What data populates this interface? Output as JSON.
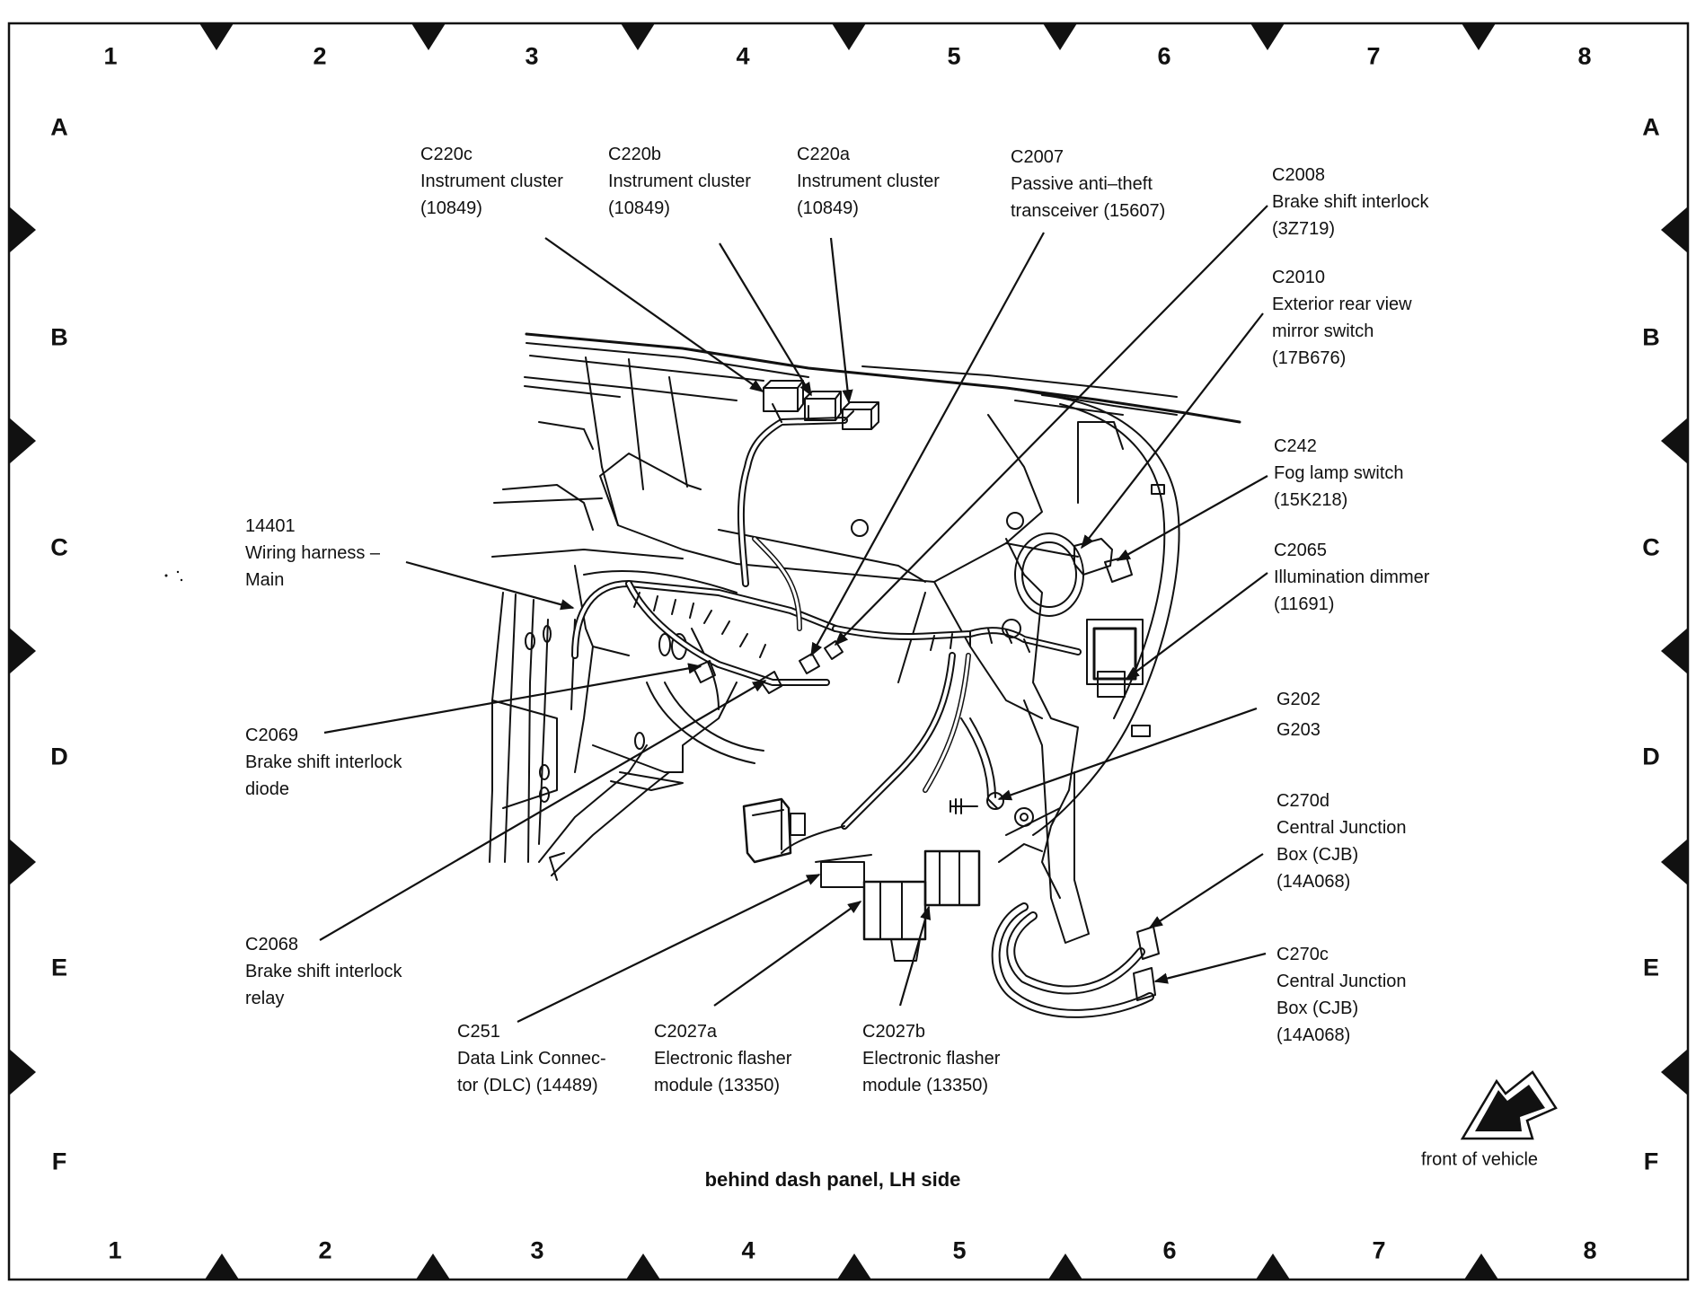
{
  "diagram": {
    "caption": "behind dash panel, LH side",
    "orientation_label": "front of vehicle",
    "grid": {
      "columns": [
        "1",
        "2",
        "3",
        "4",
        "5",
        "6",
        "7",
        "8"
      ],
      "rows": [
        "A",
        "B",
        "C",
        "D",
        "E",
        "F"
      ]
    },
    "callouts": [
      {
        "id": "C220c",
        "lines": [
          "C220c",
          "Instrument cluster",
          "(10849)"
        ]
      },
      {
        "id": "C220b",
        "lines": [
          "C220b",
          "Instrument cluster",
          "(10849)"
        ]
      },
      {
        "id": "C220a",
        "lines": [
          "C220a",
          "Instrument cluster",
          "(10849)"
        ]
      },
      {
        "id": "C2007",
        "lines": [
          "C2007",
          "Passive anti–theft",
          "transceiver (15607)"
        ]
      },
      {
        "id": "C2008",
        "lines": [
          "C2008",
          "Brake shift interlock",
          "(3Z719)"
        ]
      },
      {
        "id": "C2010",
        "lines": [
          "C2010",
          "Exterior rear view",
          "mirror switch",
          "(17B676)"
        ]
      },
      {
        "id": "C242",
        "lines": [
          "C242",
          "Fog lamp switch",
          "(15K218)"
        ]
      },
      {
        "id": "C2065",
        "lines": [
          "C2065",
          "Illumination dimmer",
          "(11691)"
        ]
      },
      {
        "id": "G202",
        "lines": [
          "G202",
          "G203"
        ]
      },
      {
        "id": "C270d",
        "lines": [
          "C270d",
          "Central Junction",
          "Box (CJB)",
          "(14A068)"
        ]
      },
      {
        "id": "C270c",
        "lines": [
          "C270c",
          "Central Junction",
          "Box (CJB)",
          "(14A068)"
        ]
      },
      {
        "id": "14401",
        "lines": [
          "14401",
          "Wiring harness –",
          "Main"
        ]
      },
      {
        "id": "C2069",
        "lines": [
          "C2069",
          "Brake shift interlock",
          "diode"
        ]
      },
      {
        "id": "C2068",
        "lines": [
          "C2068",
          "Brake shift interlock",
          "relay"
        ]
      },
      {
        "id": "C251",
        "lines": [
          "C251",
          "Data Link Connec-",
          "tor (DLC) (14489)"
        ]
      },
      {
        "id": "C2027a",
        "lines": [
          "C2027a",
          "Electronic flasher",
          "module (13350)"
        ]
      },
      {
        "id": "C2027b",
        "lines": [
          "C2027b",
          "Electronic flasher",
          "module (13350)"
        ]
      }
    ]
  }
}
